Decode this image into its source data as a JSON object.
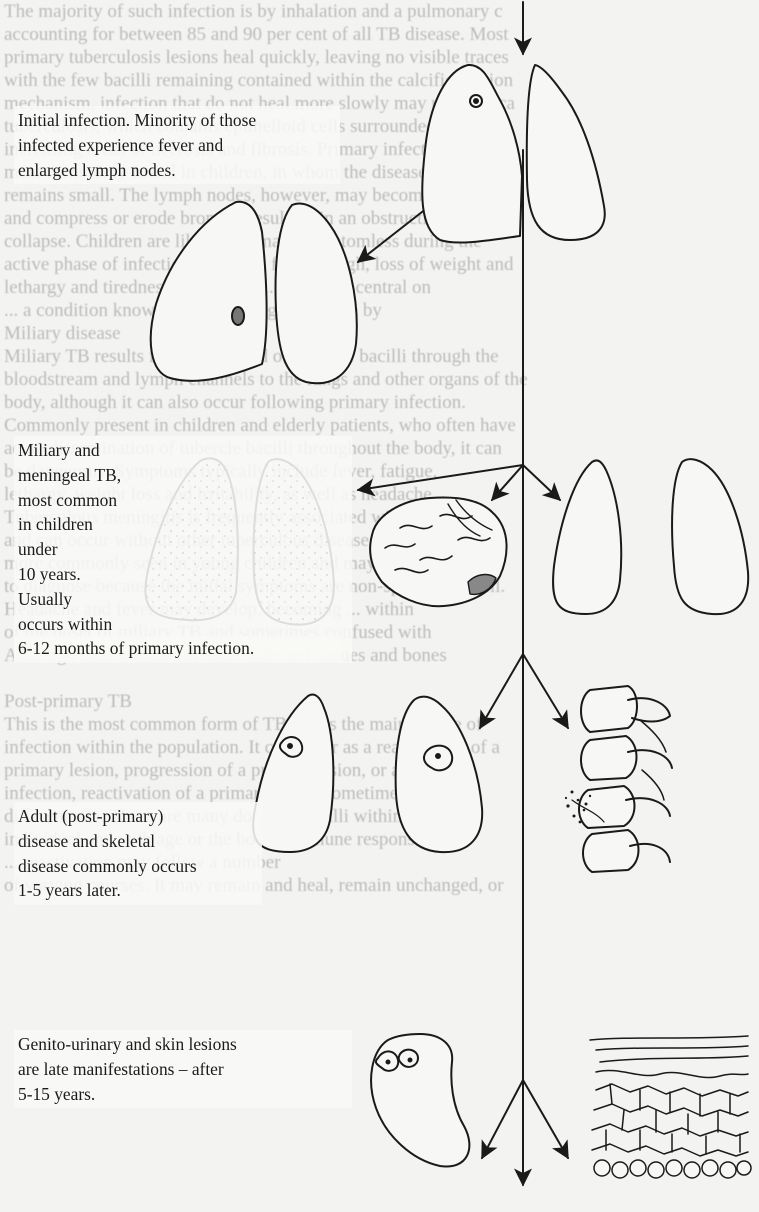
{
  "captions": {
    "initial_infection": [
      "Initial infection. Minority of those",
      "infected experience fever and",
      "enlarged lymph nodes."
    ],
    "miliary": [
      "Miliary and",
      "meningeal TB,",
      "most common",
      "in children",
      "under",
      "10 years.",
      "Usually",
      "occurs within",
      "6-12 months of primary infection."
    ],
    "adult": [
      "Adult (post-primary)",
      "disease and skeletal",
      "disease commonly occurs",
      "1-5 years later."
    ],
    "late": [
      "Genito-urinary and skin lesions",
      "are late manifestations – after",
      "5-15 years."
    ]
  },
  "background_text": [
    "The majority of such infection is by inhalation and a pulmonary c",
    "accounting for between 85 and 90 per cent of all TB disease. Most",
    "primary tuberculosis lesions heal quickly, leaving no visible traces",
    "with the few bacilli remaining contained within the calcified lesion",
    "mechanism, infection that do not heal more slowly may undergo ca",
    "tuberculosis, which contains epithelioid cells surrounded by",
    "increasing areas of necrosis and fibrosis. Primary infection is",
    "most commonly found in children, in whom the disease generally",
    "remains small. The lymph nodes, however, may become enlarged",
    "and compress or erode bronchi, resulting in an obstruction and",
    "collapse. Children are likely to remain symptomless during the",
    "active phase of infection, although fever, cough, loss of weight and",
    "lethargy and tiredness may result. ... fondness central on",
    "... a condition known as ... a finding first made by",
    "Miliary disease",
    "Miliary TB results from the spread of tubercle bacilli through the",
    "bloodstream and lymph channels to the lungs and other organs of the",
    "body, although it can also occur following primary infection.",
    "Commonly present in children and elderly patients, who often have",
    "acute dissemination of tubercle bacilli throughout the body, it can",
    "be dangerous. Symptoms typically include fever, fatigue,",
    "lethargy, weight loss and irritability, as well as headache",
    "Tuberculous meningitis is frequently associated with miliary TB",
    "and can occur without other tuberculous disease elsewhere. It is",
    "more commonly seen in young children and may be difficult",
    "to diagnose because the initial symptoms are non-specific as well.",
    "Headache and fever may develop, becoming ... within",
    "of the onset of miliary TB and sometimes confused with",
    "Although disseminated or other infected tissues and bones",
    "",
    "Post-primary TB",
    "This is the most common form of TB and is the main source of",
    "infection within the population. It can occur as a reactivation of a",
    "primary lesion, progression of a primary lesion, or as a new",
    "infection, reactivation of a primary lesion sometimes in a",
    "different site. There are many dormant bacilli within the",
    "individual and with age or the body's immune response some",
    "... reactivation may follow a number",
    "of varying courses. It may remain and heal, remain unchanged, or"
  ]
}
